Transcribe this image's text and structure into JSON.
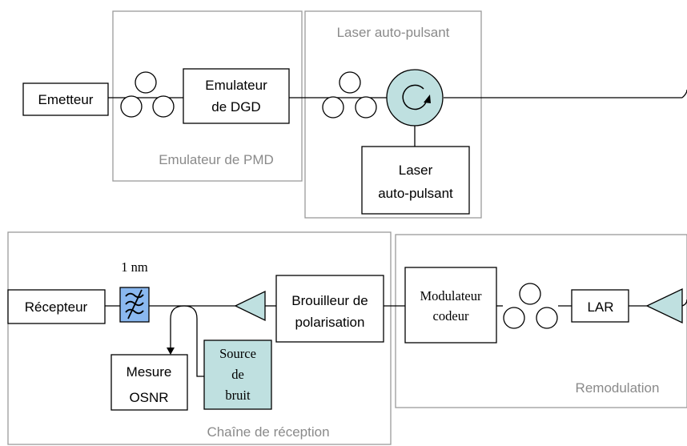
{
  "groups": {
    "emulateur_pmd": "Emulateur de PMD",
    "laser_auto_pulsant": "Laser auto-pulsant",
    "chaine_reception": "Chaîne de réception",
    "remodulation": "Remodulation"
  },
  "blocks": {
    "emetteur": "Emetteur",
    "emulateur_dgd": [
      "Emulateur",
      "de DGD"
    ],
    "laser": [
      "Laser",
      "auto-pulsant"
    ],
    "recepteur": "Récepteur",
    "filter_label": "1 nm",
    "brouilleur": [
      "Brouilleur de",
      "polarisation"
    ],
    "mesure": [
      "Mesure",
      "OSNR"
    ],
    "source": [
      "Source",
      "de",
      "bruit"
    ],
    "modulateur": [
      "Modulateur",
      "codeur"
    ],
    "lar": "LAR"
  },
  "colors": {
    "teal": "#bfe0e0",
    "filter_blue": "#8ab8f0",
    "group_border": "#9a9a9a",
    "group_text": "#8a8a8a"
  }
}
